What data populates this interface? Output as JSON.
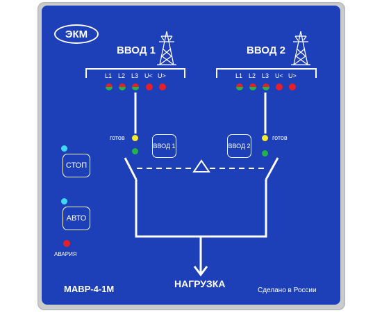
{
  "brand": {
    "logo": "ЭКМ"
  },
  "inputs": [
    {
      "title": "ВВОД 1",
      "labels": [
        "L1",
        "L2",
        "L3",
        "U<",
        "U>"
      ],
      "ready": "готов",
      "button": "ВВОД 1"
    },
    {
      "title": "ВВОД 2",
      "labels": [
        "L1",
        "L2",
        "L3",
        "U<",
        "U>"
      ],
      "ready": "готов",
      "button": "ВВОД 2"
    }
  ],
  "controls": {
    "stop": "СТОП",
    "auto": "АВТО",
    "alarm": "АВАРИЯ"
  },
  "load": "НАГРУЗКА",
  "model": "МАВР-4-1М",
  "made_in": "Сделано в России",
  "colors": {
    "panel": "#1d3fb8",
    "green": "#22b34a",
    "red": "#e4202a",
    "yellow": "#f7ea2c",
    "cyan": "#3fd9f5"
  }
}
